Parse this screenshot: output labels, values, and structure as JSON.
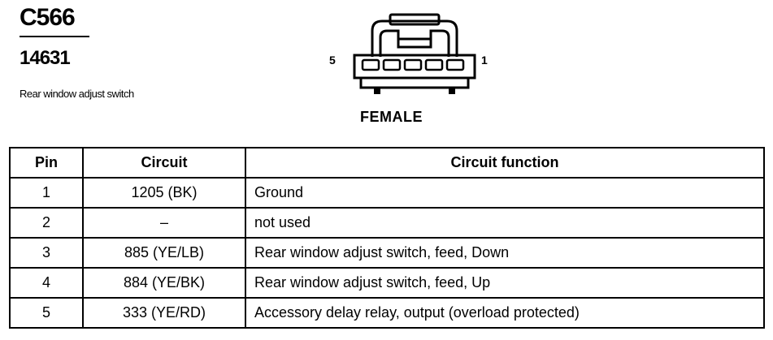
{
  "connector": {
    "id": "C566",
    "part_number": "14631",
    "description": "Rear window adjust switch",
    "gender": "FEMALE",
    "pin_labels": {
      "left": "5",
      "right": "1"
    }
  },
  "table": {
    "headers": {
      "pin": "Pin",
      "circuit": "Circuit",
      "function": "Circuit function"
    },
    "rows": [
      {
        "pin": "1",
        "circuit": "1205 (BK)",
        "function": "Ground"
      },
      {
        "pin": "2",
        "circuit": "–",
        "function": "not used"
      },
      {
        "pin": "3",
        "circuit": "885 (YE/LB)",
        "function": "Rear window adjust switch, feed, Down"
      },
      {
        "pin": "4",
        "circuit": "884 (YE/BK)",
        "function": "Rear window adjust switch, feed, Up"
      },
      {
        "pin": "5",
        "circuit": "333 (YE/RD)",
        "function": "Accessory delay relay, output (overload protected)"
      }
    ]
  }
}
